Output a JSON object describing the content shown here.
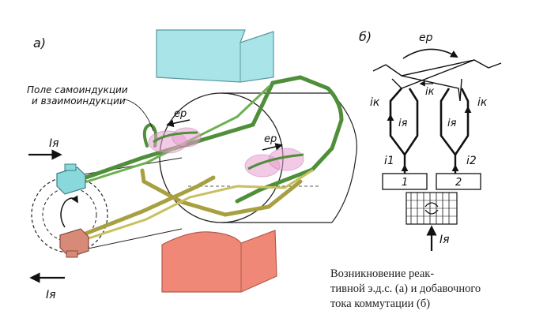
{
  "figure": {
    "panel_a": {
      "tag": "а)",
      "field_label_line1": "Поле самоиндукции",
      "field_label_line2": "и взаимоиндукции",
      "current_top": "Iя",
      "current_bottom": "Iя",
      "emf_left": "ep",
      "emf_right": "ep"
    },
    "panel_b": {
      "tag": "б)",
      "emf": "ep",
      "i_k_left": "iк",
      "i_k_center": "iк",
      "i_k_right": "iк",
      "i_ya_left": "iя",
      "i_ya_right": "iя",
      "i1": "i1",
      "i2": "i2",
      "box1": "1",
      "box2": "2",
      "current_in": "Iя"
    },
    "caption": {
      "line1": "Возникновение    реак-",
      "line2": "тивной э.д.с. (а) и добавочного",
      "line3": "тока коммутации (б)"
    }
  },
  "colors": {
    "pole_top": "#a8e4e8",
    "pole_bottom": "#f08878",
    "coil_green": "#4f8f3a",
    "coil_olive": "#a8a040",
    "coil_pink": "#e8a0d0",
    "brush_top": "#88d8dc",
    "brush_bottom": "#d88a78"
  }
}
